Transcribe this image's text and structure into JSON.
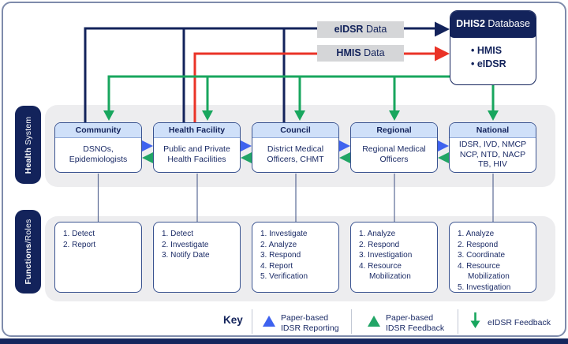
{
  "palette": {
    "navy": "#13235b",
    "reporting_blue": "#3e62ef",
    "feedback_green": "#18a65e",
    "hmis_red": "#ea3327",
    "header_light_blue": "#cfe0f9",
    "label_gray": "#d5d6d8",
    "band_gray": "#ededef"
  },
  "data_labels": {
    "eidsr": {
      "bold": "eIDSR",
      "rest": " Data"
    },
    "hmis": {
      "bold": "HMIS",
      "rest": " Data"
    }
  },
  "dhis2": {
    "title_bold": "DHIS2",
    "title_rest": " Database",
    "items": [
      "HMIS",
      "eIDSR"
    ]
  },
  "side_labels": {
    "health_system": {
      "bold": "Health",
      "rest": " System"
    },
    "functions_roles": {
      "bold": "Functions",
      "rest": "/Roles"
    }
  },
  "levels": [
    {
      "title": "Community",
      "body": "DSNOs,\nEpidemiologists"
    },
    {
      "title": "Health Facility",
      "body": "Public and Private\nHealth Facilities"
    },
    {
      "title": "Council",
      "body": "District Medical\nOfficers, CHMT"
    },
    {
      "title": "Regional",
      "body": "Regional Medical\nOfficers"
    },
    {
      "title": "National",
      "body": "IDSR, IVD, NMCP\nNCP, NTD, NACP\nTB, HIV"
    }
  ],
  "functions": [
    {
      "items": [
        "1. Detect",
        "2. Report"
      ]
    },
    {
      "items": [
        "1. Detect",
        "2. Investigate",
        "3. Notify Date"
      ]
    },
    {
      "items": [
        "1. Investigate",
        "2. Analyze",
        "3. Respond",
        "4. Report",
        "5. Verification"
      ]
    },
    {
      "items": [
        "1. Analyze",
        "2. Respond",
        "3. Investigation",
        "4. Resource Mobilization"
      ]
    },
    {
      "items": [
        "1. Analyze",
        "2. Respond",
        "3. Coordinate",
        "4. Resource Mobilization",
        "5. Investigation"
      ]
    }
  ],
  "key": {
    "label": "Key",
    "entries": [
      {
        "icon": "blue-up-triangle",
        "label": "Paper-based\nIDSR Reporting"
      },
      {
        "icon": "green-up-triangle",
        "label": "Paper-based\nIDSR Feedback"
      },
      {
        "icon": "green-down-arrow",
        "label": "eIDSR Feedback"
      }
    ]
  }
}
